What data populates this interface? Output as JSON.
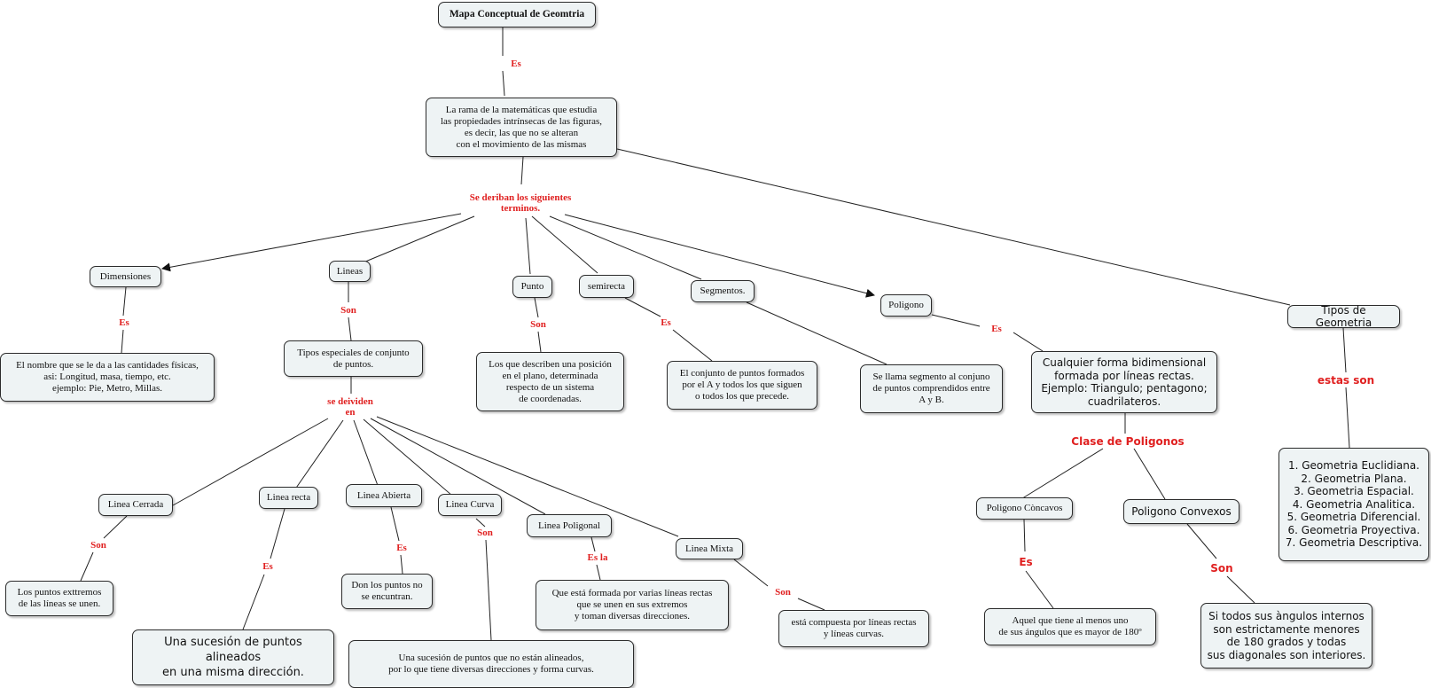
{
  "nodes": {
    "title": "Mapa Conceptual de Geomtria",
    "definition": "La rama de la matemáticas que estudia\nlas propiedades intrínsecas de las figuras,\nes decir, las que no se alteran\ncon el movimiento de las mismas",
    "dimensiones": "Dimensiones",
    "dimensiones_def": "El nombre que se le da a las cantidades físicas,\nasi: Longitud, masa, tiempo, etc.\nejemplo: Pie, Metro, Millas.",
    "lineas": "Lineas",
    "lineas_def": "Tipos especiales de conjunto\nde puntos.",
    "punto": "Punto",
    "punto_def": "Los que describen una posición\nen el plano, determinada\nrespecto de un sistema\nde coordenadas.",
    "semirecta": "semirecta",
    "semirecta_def": "El conjunto de puntos formados\npor el A y todos los que siguen\no todos los que precede.",
    "segmentos": "Segmentos.",
    "segmentos_def": "Se llama segmento al conjuno\nde puntos comprendidos entre\nA y B.",
    "poligono": "Poligono",
    "poligono_def": "Cualquier forma bidimensional\nformada por líneas rectas.\nEjemplo: Triangulo; pentagono;\ncuadrilateros.",
    "tipos": "Tipos de Geometria",
    "tipos_list": "1. Geometria Euclidiana.\n2. Geometria Plana.\n3. Geometria Espacial.\n4. Geometria Analitica.\n5. Geometria Diferencial.\n6. Geometria Proyectiva.\n7. Geometria Descriptiva.",
    "linea_cerrada": "Linea Cerrada",
    "linea_cerrada_def": "Los puntos exttremos\nde las líneas se unen.",
    "linea_recta": "Linea recta",
    "linea_recta_def": "Una sucesión de puntos alineados\nen una misma dirección.",
    "linea_abierta": "Linea Abierta",
    "linea_abierta_def": "Don los puntos no\nse encuntran.",
    "linea_curva": "Linea Curva",
    "linea_curva_def": "Una sucesión de puntos que no están alineados,\npor lo que tiene diversas direcciones y forma curvas.",
    "linea_poligonal": "Linea Poligonal",
    "linea_poligonal_def": "Que está formada por varias líneas rectas\nque se unen en sus extremos\ny toman diversas direcciones.",
    "linea_mixta": "Linea Mixta",
    "linea_mixta_def": "está compuesta por líneas rectas\ny líneas curvas.",
    "poligono_concavo": "Poligono Còncavos",
    "poligono_concavo_def": "Aquel que tiene al menos uno\nde sus ángulos que es mayor de 180º",
    "poligono_convexo": "Poligono Convexos",
    "poligono_convexo_def": "Si todos sus àngulos internos\nson estrictamente menores\nde 180 grados y todas\nsus diagonales son interiores."
  },
  "links": {
    "es_title": "Es",
    "deriban": "Se deriban los  siguientes\nterminos.",
    "es_dimensiones": "Es",
    "son_lineas": "Son",
    "son_punto": "Son",
    "es_semirecta": "Es",
    "es_poligono": "Es",
    "estas_son": "estas son",
    "se_dividen": "se deividen\nen",
    "clase_poligonos": "Clase de Poligonos",
    "son_cerrada": "Son",
    "es_recta": "Es",
    "es_abierta": "Es",
    "son_curva": "Son",
    "es_la_poligonal": "Es la",
    "son_mixta": "Son",
    "es_concavo": "Es",
    "son_convexo": "Son"
  },
  "colors": {
    "node_fill": "#eef3f4",
    "node_border": "#2b2b2b",
    "link_text": "#e02020",
    "connector": "#222222"
  }
}
